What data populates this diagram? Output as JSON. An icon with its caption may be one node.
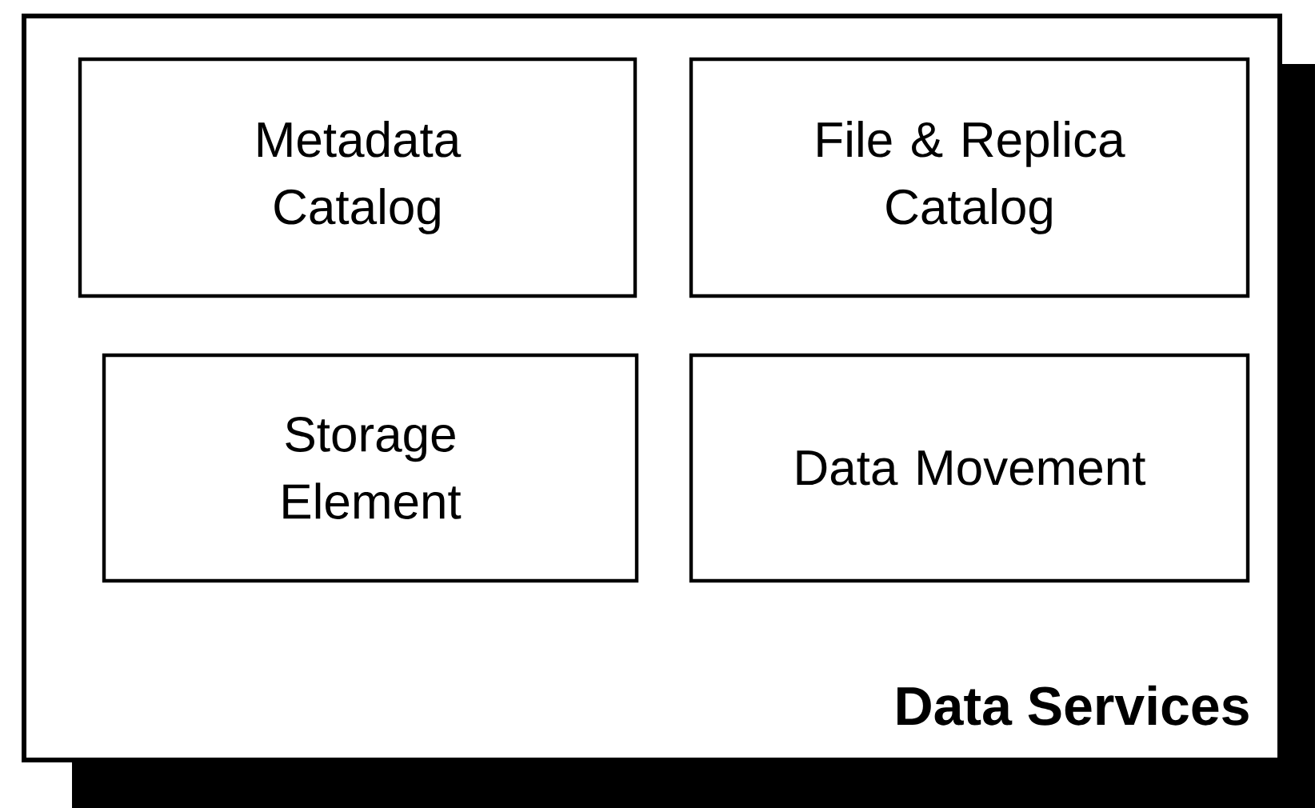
{
  "diagram": {
    "nodes": [
      {
        "text": [
          "Data Services"
        ]
      },
      {
        "text": [
          "Metadata Catalog"
        ],
        "in": 0
      },
      {
        "text": [
          "File & Replica Catalog"
        ],
        "in": 0
      },
      {
        "text": [
          "Storage Element"
        ],
        "in": 0
      },
      {
        "text": [
          "Data Movement"
        ],
        "in": 0
      }
    ]
  }
}
